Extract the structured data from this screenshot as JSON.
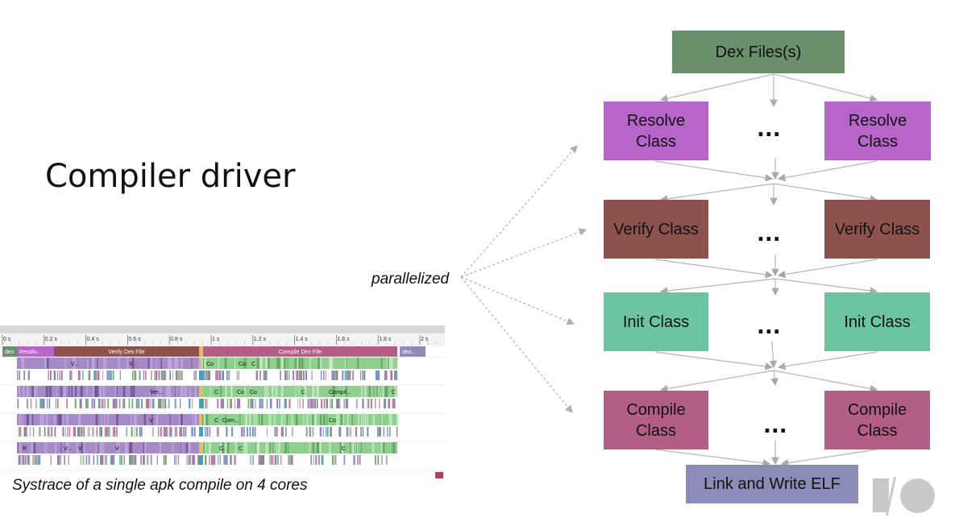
{
  "slide": {
    "title": "Compiler driver",
    "parallel_label": "parallelized",
    "caption": "Systrace of a single apk compile on 4 cores"
  },
  "flow": {
    "dex": "Dex Files(s)",
    "resolve_left": "Resolve Class",
    "resolve_right": "Resolve Class",
    "verify_left": "Verify Class",
    "verify_right": "Verify Class",
    "init_left": "Init Class",
    "init_right": "Init Class",
    "compile_left": "Compile Class",
    "compile_right": "Compile Class",
    "link": "Link and Write ELF",
    "ellipsis": "..."
  },
  "colors": {
    "dex": "#6b8f6b",
    "resolve": "#b765c9",
    "verify": "#8e524e",
    "init": "#6cc4a0",
    "compile": "#b25e86",
    "link": "#8c8cb8"
  },
  "systrace": {
    "ticks": [
      "0 s",
      "0.2 s",
      "0.4 s",
      "0.6 s",
      "0.8 s",
      "1 s",
      "1.2 s",
      "1.4 s",
      "1.6 s",
      "1.8 s",
      "2 s"
    ],
    "top_segments": [
      "dex",
      "Resolv...",
      "Verify Dex File",
      "Compile Dex File",
      "dex..."
    ],
    "rows": [
      [
        "V...",
        "V...",
        "Co",
        "Co",
        "C"
      ],
      [
        "Ver...",
        "C",
        "Co",
        "Co",
        "C",
        "Compil...",
        "C"
      ],
      [
        "V",
        "C",
        "Com...",
        "Co"
      ],
      [
        "R",
        "V...",
        "V",
        "V",
        "C...",
        "C",
        "C"
      ]
    ]
  },
  "logo": "I/O"
}
